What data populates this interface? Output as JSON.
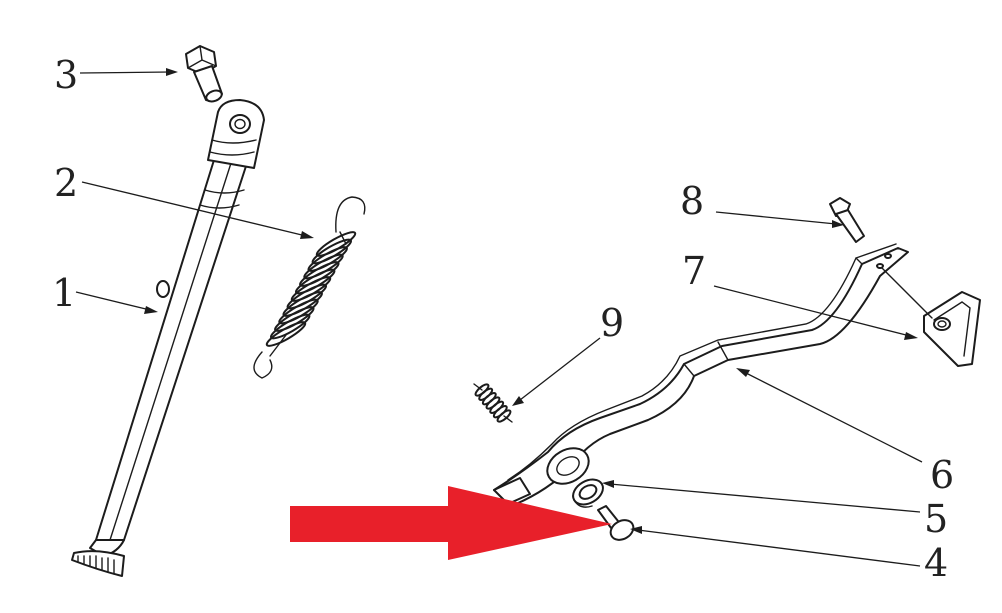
{
  "diagram": {
    "callouts": [
      {
        "id": "1",
        "label": "1"
      },
      {
        "id": "2",
        "label": "2"
      },
      {
        "id": "3",
        "label": "3"
      },
      {
        "id": "4",
        "label": "4"
      },
      {
        "id": "5",
        "label": "5"
      },
      {
        "id": "6",
        "label": "6"
      },
      {
        "id": "7",
        "label": "7"
      },
      {
        "id": "8",
        "label": "8"
      },
      {
        "id": "9",
        "label": "9"
      }
    ],
    "pointer_color": "#e8202a",
    "line_color": "#1c1c1c"
  }
}
